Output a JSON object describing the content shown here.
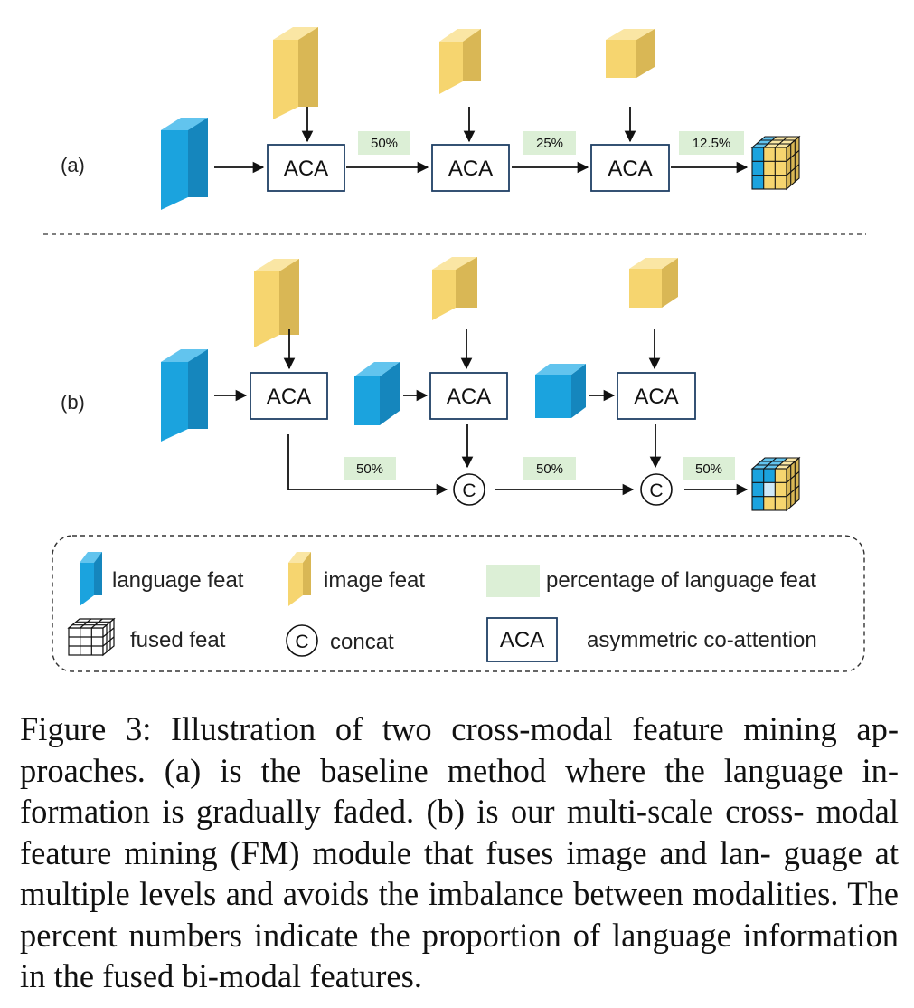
{
  "panels": {
    "a": {
      "label": "(a)",
      "aca_labels": [
        "ACA",
        "ACA",
        "ACA"
      ],
      "percentages": [
        "50%",
        "25%",
        "12.5%"
      ]
    },
    "b": {
      "label": "(b)",
      "aca_labels": [
        "ACA",
        "ACA",
        "ACA"
      ],
      "percentages": [
        "50%",
        "50%",
        "50%"
      ],
      "concat_symbols": [
        "C",
        "C"
      ]
    }
  },
  "legend": {
    "language_feat": "language feat",
    "image_feat": "image feat",
    "percentage": "percentage of language feat",
    "fused_feat": "fused feat",
    "concat_symbol": "C",
    "concat": "concat",
    "aca_box": "ACA",
    "aca_desc": "asymmetric co-attention"
  },
  "caption": "Figure 3: Illustration of two cross-modal feature mining ap- proaches. (a) is the baseline method where the language in- formation is gradually faded. (b) is our multi-scale cross- modal feature mining (FM) module that fuses image and lan- guage at multiple levels and avoids the imbalance between modalities. The percent numbers indicate the proportion of language information in the fused bi-modal features.",
  "colors": {
    "language_front": "#1ba3de",
    "language_side": "#1586bd",
    "language_top": "#62c4ee",
    "image_front": "#f6d56f",
    "image_side": "#d9b755",
    "image_top": "#fae6a4",
    "percentage_bg": "#dcefd6",
    "aca_border": "#1f3f64",
    "line": "#111111"
  }
}
